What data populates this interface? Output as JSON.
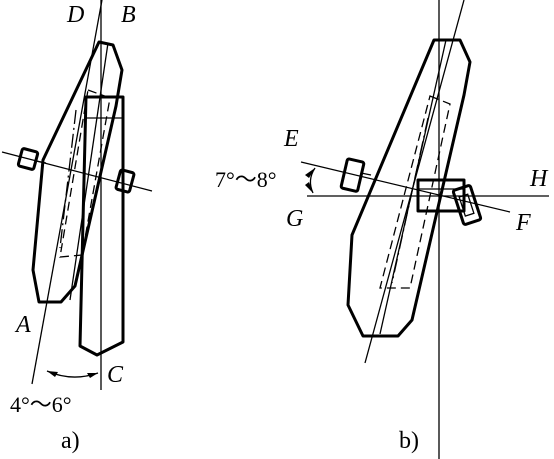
{
  "panel_a": {
    "labels": {
      "D": "D",
      "B": "B",
      "A": "A",
      "C": "C"
    },
    "angle": "4°～6°",
    "caption": "a)"
  },
  "panel_b": {
    "labels": {
      "E": "E",
      "G": "G",
      "H": "H",
      "F": "F"
    },
    "angle": "7°～8°",
    "caption": "b)"
  }
}
